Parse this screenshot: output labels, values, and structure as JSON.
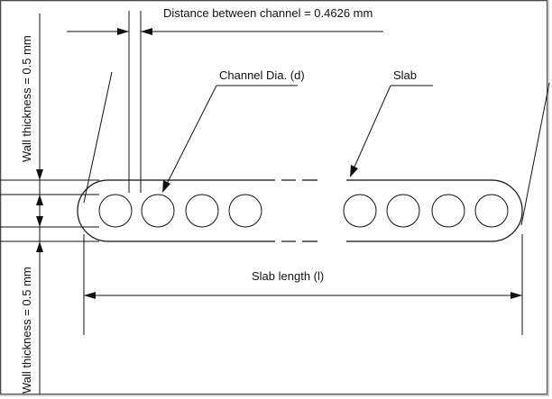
{
  "labels": {
    "distance_between_channel": "Distance between channel = 0.4626 mm",
    "channel_dia": "Channel Dia. (d)",
    "slab": "Slab",
    "slab_length": "Slab length (l)",
    "wall_thickness_top": "Wall thickness = 0.5 mm",
    "wall_thickness_bottom": "Wall thickness = 0.5 mm"
  },
  "colors": {
    "ink": "#111111",
    "background": "#ffffff",
    "frame": "#4a4a4a"
  }
}
